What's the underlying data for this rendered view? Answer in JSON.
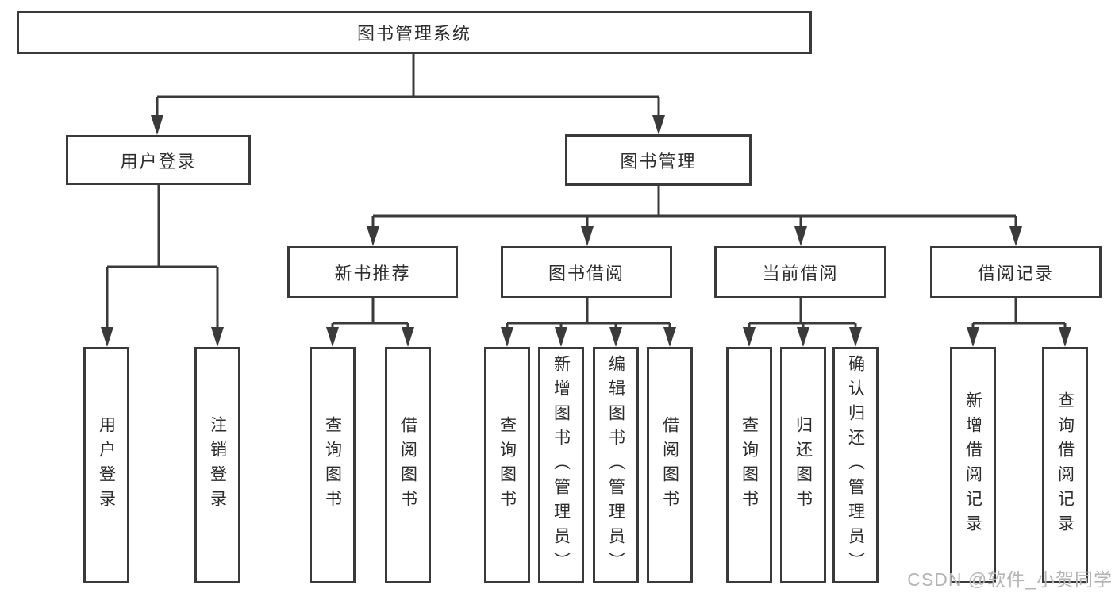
{
  "tree": {
    "label": "图书管理系统",
    "children": [
      {
        "label": "用户登录",
        "children": [
          {
            "label": "用户登录"
          },
          {
            "label": "注销登录"
          }
        ]
      },
      {
        "label": "图书管理",
        "children": [
          {
            "label": "新书推荐",
            "children": [
              {
                "label": "查询图书"
              },
              {
                "label": "借阅图书"
              }
            ]
          },
          {
            "label": "图书借阅",
            "children": [
              {
                "label": "查询图书"
              },
              {
                "label": "新增图书（管理员）"
              },
              {
                "label": "编辑图书（管理员）"
              },
              {
                "label": "借阅图书"
              }
            ]
          },
          {
            "label": "当前借阅",
            "children": [
              {
                "label": "查询图书"
              },
              {
                "label": "归还图书"
              },
              {
                "label": "确认归还（管理员）"
              }
            ]
          },
          {
            "label": "借阅记录",
            "children": [
              {
                "label": "新增借阅记录"
              },
              {
                "label": "查询借阅记录"
              }
            ]
          }
        ]
      }
    ]
  },
  "watermark": {
    "text": "CSDN @软件_小贺同学"
  },
  "colors": {
    "line": "#3a3a3a",
    "text": "#2d2d2d",
    "background": "#ffffff",
    "watermark": "#b4b4b4"
  }
}
